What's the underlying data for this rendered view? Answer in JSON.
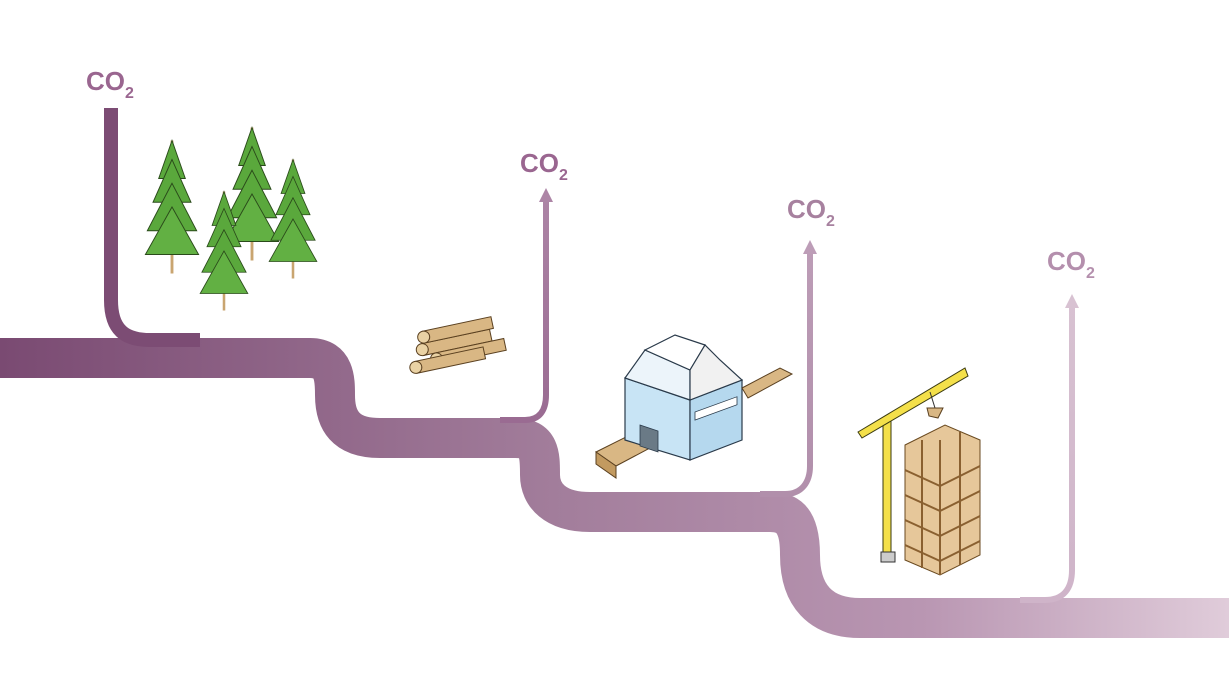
{
  "diagram": {
    "labels": [
      {
        "id": "co2-forest",
        "main": "CO",
        "sub": "2"
      },
      {
        "id": "co2-logs",
        "main": "CO",
        "sub": "2"
      },
      {
        "id": "co2-sawmill",
        "main": "CO",
        "sub": "2"
      },
      {
        "id": "co2-construction",
        "main": "CO",
        "sub": "2"
      }
    ],
    "stages": [
      "forest-icon",
      "logs-icon",
      "sawmill-icon",
      "construction-icon"
    ],
    "colors": {
      "flow_dark": "#7b4a72",
      "flow_mid": "#a07a99",
      "flow_light": "#dcc8d6",
      "label": "#9a6690",
      "arrow_dark": "#9a6690",
      "arrow_light": "#d6bfd0",
      "tree_green": "#58a83a",
      "wood": "#c8a06a",
      "factory_blue": "#c8e4f5",
      "crane_yellow": "#f4e04a"
    }
  }
}
